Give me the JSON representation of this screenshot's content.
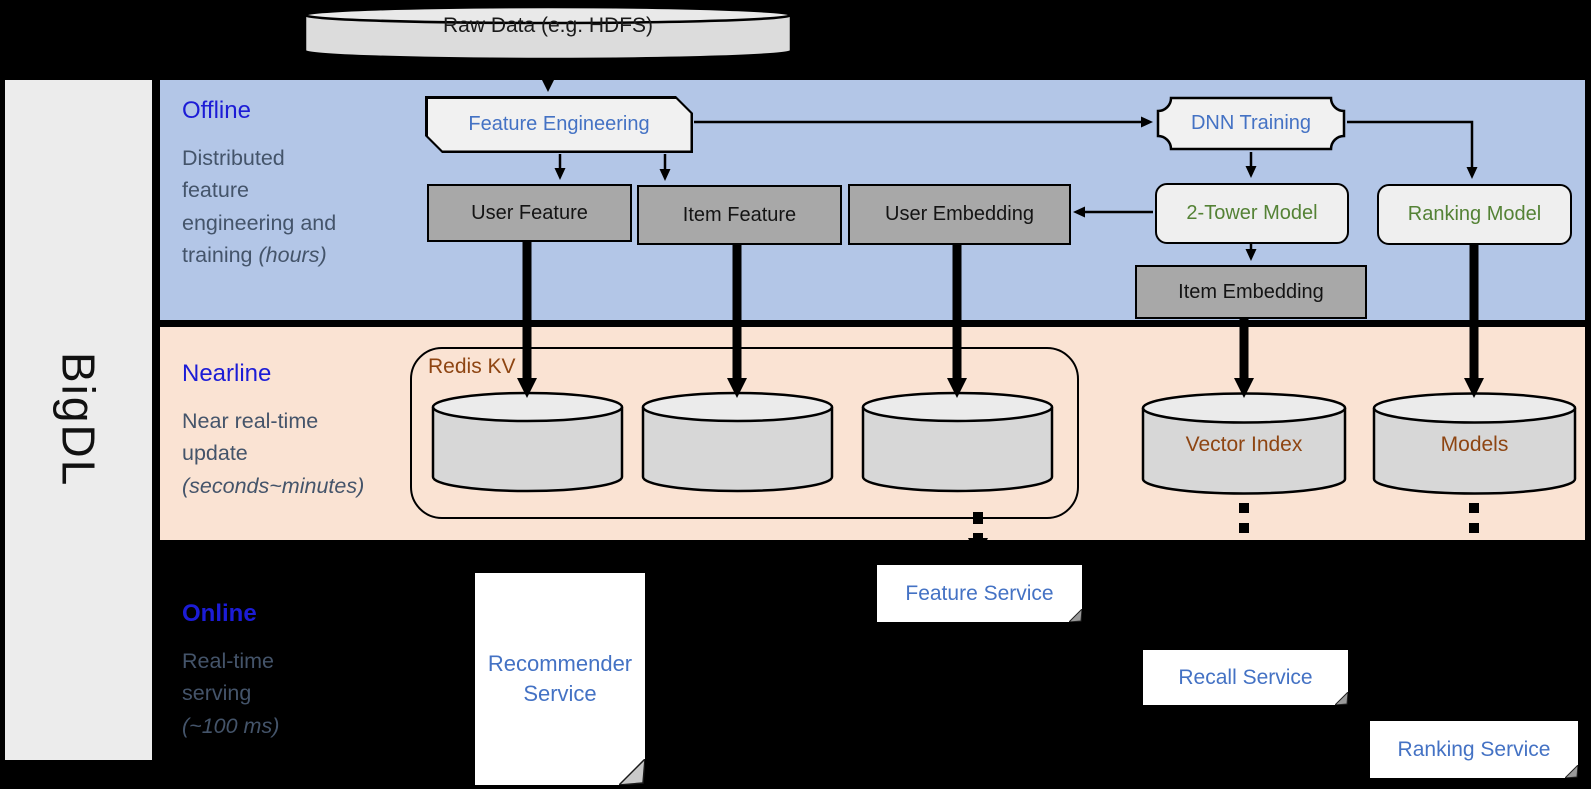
{
  "sidebar": {
    "label": "BigDL"
  },
  "source": {
    "label": "Raw Data (e.g. HDFS)"
  },
  "bands": {
    "offline": {
      "title": "Offline",
      "subtitle": "Distributed feature engineering and training ",
      "subtitle_italic": "(hours)"
    },
    "nearline": {
      "title": "Nearline",
      "subtitle": "Near real-time update ",
      "subtitle_italic": "(seconds~minutes)"
    },
    "online": {
      "title": "Online",
      "subtitle": "Real-time serving ",
      "subtitle_italic": "(~100 ms)"
    }
  },
  "offline_nodes": {
    "feature_engineering": "Feature Engineering",
    "dnn_training": "DNN Training",
    "user_feature": "User Feature",
    "item_feature": "Item Feature",
    "user_embedding": "User Embedding",
    "two_tower_model": "2-Tower Model",
    "ranking_model": "Ranking Model",
    "item_embedding": "Item Embedding"
  },
  "nearline_nodes": {
    "redis_kv": "Redis KV",
    "vector_index": "Vector Index",
    "models": "Models"
  },
  "online_nodes": {
    "recommender_service": "Recommender Service",
    "feature_service": "Feature Service",
    "recall_service": "Recall Service",
    "ranking_service": "Ranking Service"
  },
  "colors": {
    "offline_band_bg": "#B3C6E7",
    "nearline_band_bg": "#FAE3D3",
    "online_band_bg": "#000000",
    "band_title_blue": "#1C1CD6",
    "subtitle_gray": "#44546A",
    "node_text_blue": "#4472C4",
    "node_text_green": "#548235",
    "node_text_brown": "#8E4512",
    "gray_box_fill": "#A8A8A8",
    "cylinder_fill": "#D7D7D7",
    "sidebar_fill": "#ECECEC"
  }
}
